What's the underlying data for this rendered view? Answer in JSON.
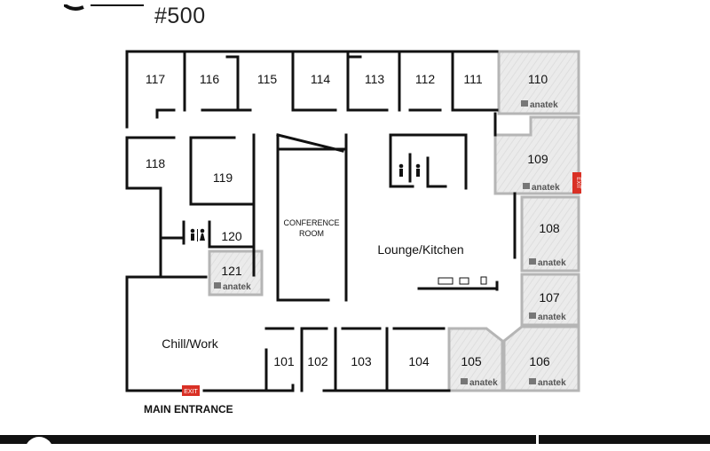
{
  "header": {
    "suite_number": "#500"
  },
  "rooms": {
    "r117": "117",
    "r116": "116",
    "r115": "115",
    "r114": "114",
    "r113": "113",
    "r112": "112",
    "r111": "111",
    "r110": "110",
    "r109": "109",
    "r108": "108",
    "r107": "107",
    "r106": "106",
    "r105": "105",
    "r104": "104",
    "r103": "103",
    "r102": "102",
    "r101": "101",
    "r118": "118",
    "r119": "119",
    "r120": "120",
    "r121": "121"
  },
  "areas": {
    "conference_line1": "CONFERENCE",
    "conference_line2": "ROOM",
    "lounge": "Lounge/Kitchen",
    "chill": "Chill/Work"
  },
  "brand": {
    "name": "anatek"
  },
  "signs": {
    "exit": "EXIT"
  },
  "entrance": {
    "label": "MAIN ENTRANCE"
  },
  "colors": {
    "wall": "#111111",
    "highlight_fill": "#e6e6e6",
    "highlight_border": "#b5b5b5",
    "exit_red": "#d93025"
  },
  "icons": [
    "restroom-icon",
    "anatek-logo-icon",
    "exit-sign-icon",
    "appliance-icon"
  ]
}
